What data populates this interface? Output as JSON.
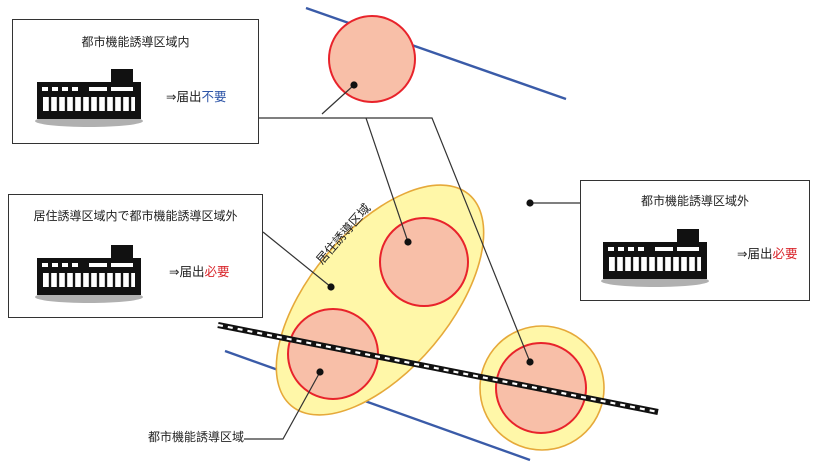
{
  "boxes": {
    "inside_urban_function": {
      "title": "都市機能誘導区域内",
      "notice_prefix": "⇒届出",
      "notice_keyword": "不要"
    },
    "residential_outside_urban": {
      "title": "居住誘導区域内で都市機能誘導区域外",
      "notice_prefix": "⇒届出",
      "notice_keyword": "必要"
    },
    "outside_urban_function": {
      "title": "都市機能誘導区域外",
      "notice_prefix": "⇒届出",
      "notice_keyword": "必要"
    }
  },
  "map_labels": {
    "residential_zone": "居住誘導区域",
    "urban_function_zone": "都市機能誘導区域"
  },
  "colors": {
    "urban_function_fill": "#f8bfa8",
    "urban_function_stroke": "#e8232b",
    "residential_fill": "#fff7a8",
    "residential_stroke": "#e6a93a",
    "road": "#3a5ba8",
    "not_required": "#2f56a8",
    "required": "#d9262c"
  }
}
